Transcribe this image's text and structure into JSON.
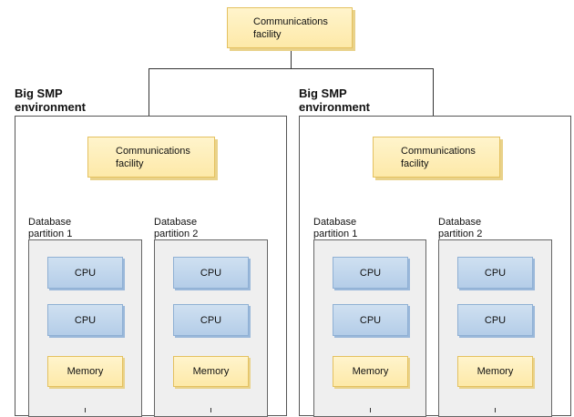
{
  "top": {
    "comm_label": "Communications\nfacility"
  },
  "environments": [
    {
      "label": "Big SMP\nenvironment",
      "comm_label": "Communications\nfacility",
      "partitions": [
        {
          "label": "Database\npartition 1",
          "components": [
            "CPU",
            "CPU",
            "Memory"
          ]
        },
        {
          "label": "Database\npartition 2",
          "components": [
            "CPU",
            "CPU",
            "Memory"
          ]
        }
      ]
    },
    {
      "label": "Big SMP\nenvironment",
      "comm_label": "Communications\nfacility",
      "partitions": [
        {
          "label": "Database\npartition 1",
          "components": [
            "CPU",
            "CPU",
            "Memory"
          ]
        },
        {
          "label": "Database\npartition 2",
          "components": [
            "CPU",
            "CPU",
            "Memory"
          ]
        }
      ]
    }
  ],
  "colors": {
    "comm_fill": "#fde9a8",
    "cpu_fill": "#b4cde8",
    "memory_fill": "#fde9a8",
    "partition_fill": "#efefef"
  }
}
